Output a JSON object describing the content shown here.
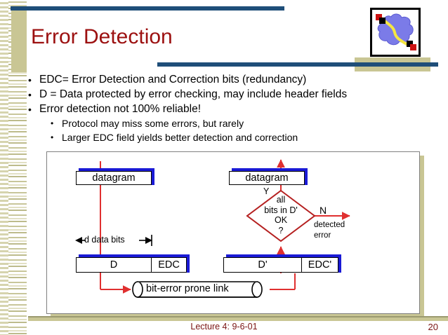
{
  "slide": {
    "title": "Error Detection",
    "title_color": "#9c1010",
    "accent_blue": "#1f4e79",
    "accent_tan": "#c9c694",
    "wire_red": "#e03030",
    "shape_red": "#b52020"
  },
  "logo": {
    "name": "network-cloud-logo",
    "cloud_color": "#7b7be8",
    "link_color": "#f5e642",
    "node_red": "#cc1111",
    "node_black": "#000000"
  },
  "bullets": [
    {
      "level": 1,
      "marker": "•",
      "text": "EDC= Error Detection and Correction bits (redundancy)"
    },
    {
      "level": 1,
      "marker": "•",
      "text": "D    = Data protected by error checking, may include header fields"
    },
    {
      "level": 1,
      "marker": "•",
      "text": "Error detection not 100% reliable!"
    },
    {
      "level": 2,
      "marker": "•",
      "text": "Protocol may miss some errors, but rarely"
    },
    {
      "level": 2,
      "marker": "•",
      "text": "Larger EDC field yields better detection and correction"
    }
  ],
  "diagram": {
    "sender_datagram": "datagram",
    "receiver_datagram": "datagram",
    "d_label": "D",
    "edc_label": "EDC",
    "d_prime_label": "D'",
    "edc_prime_label": "EDC'",
    "data_bits_label": "d data bits",
    "link_label": "bit-error prone link",
    "decision_line1": "all",
    "decision_line2": "bits in D'",
    "decision_line3": "OK",
    "decision_line4": "?",
    "yes_label": "Y",
    "no_label": "N",
    "detected_line1": "detected",
    "detected_line2": "error"
  },
  "footer": {
    "center": "Lecture 4: 9-6-01",
    "page": "20"
  }
}
